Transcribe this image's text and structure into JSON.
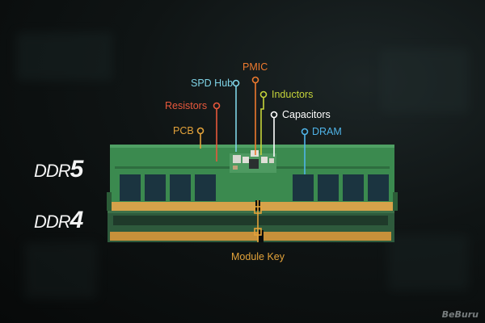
{
  "memory_types": [
    {
      "prefix": "DDR",
      "generation": "5"
    },
    {
      "prefix": "DDR",
      "generation": "4"
    }
  ],
  "callouts": {
    "pmic": {
      "text": "PMIC",
      "color": "#ee7a2e"
    },
    "spd_hub": {
      "text": "SPD Hub",
      "color": "#7fd3e6"
    },
    "inductors": {
      "text": "Inductors",
      "color": "#c5d43a"
    },
    "resistors": {
      "text": "Resistors",
      "color": "#e8583c"
    },
    "capacitors": {
      "text": "Capacitors",
      "color": "#ffffff"
    },
    "pcb": {
      "text": "PCB",
      "color": "#e3a23a"
    },
    "dram": {
      "text": "DRAM",
      "color": "#4fb4e8"
    },
    "module_key": {
      "text": "Module Key",
      "color": "#e3a23a"
    }
  },
  "watermark": "BeBuru"
}
